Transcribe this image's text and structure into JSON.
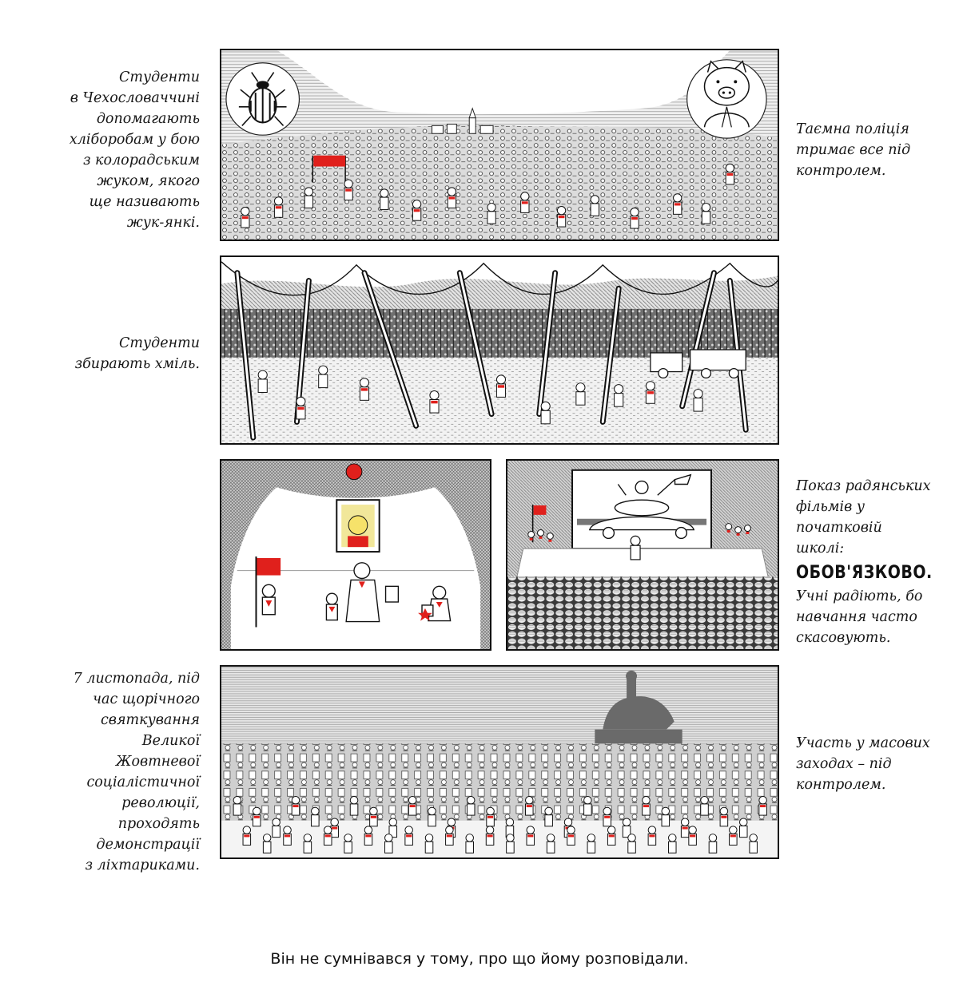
{
  "captions": {
    "students_czech": [
      "Студенти",
      "в Чехословаччині",
      "допомагають",
      "хліборобам у бою",
      "з колорадським",
      "жуком, якого",
      "ще називають",
      "жук-янкі."
    ],
    "secret_police": [
      "Таємна поліція",
      "тримає все під",
      "контролем."
    ],
    "students_hops": [
      "Студенти",
      "збирають хміль."
    ],
    "soviet_films": {
      "lines_before": [
        "Показ радянських",
        "фільмів у",
        "початковій",
        "школі:"
      ],
      "stamp": "ОБОВ'ЯЗКОВО.",
      "lines_after": [
        "Учні радіють, бо",
        "навчання часто",
        "скасовують."
      ]
    },
    "november_7": [
      "7 листопада, під",
      "час щорічного",
      "святкування",
      "Великої",
      "Жовтневої",
      "соціалістичної",
      "революції,",
      "проходять",
      "демонстрації",
      "з ліхтариками."
    ],
    "mass_events": [
      "Участь у масових",
      "заходах – під",
      "контролем."
    ]
  },
  "bottom_text": "Він не сумнівався у тому, про що йому розповідали.",
  "colors": {
    "ink": "#111111",
    "accent_red": "#e0201c",
    "hatch_gray": "#d9d9d9",
    "paper": "#ffffff"
  },
  "icons": {
    "beetle": "colorado-beetle-icon",
    "pig": "pig-policeman-icon",
    "flag": "red-flag-icon",
    "star": "red-star-icon"
  }
}
